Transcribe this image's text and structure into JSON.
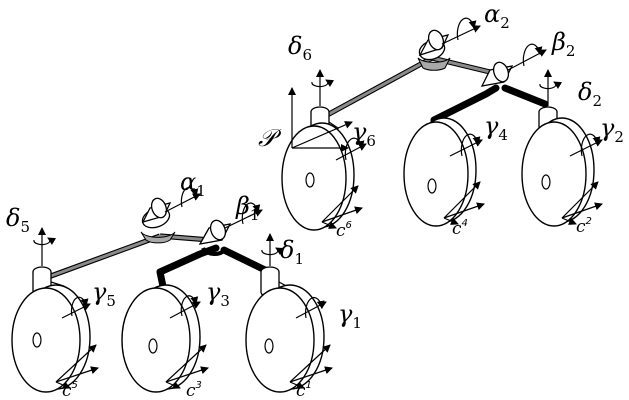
{
  "labels": {
    "alpha1": {
      "sym": "α",
      "sub": "1"
    },
    "alpha2": {
      "sym": "α",
      "sub": "2"
    },
    "beta1": {
      "sym": "β",
      "sub": "1"
    },
    "beta2": {
      "sym": "β",
      "sub": "2"
    },
    "delta1": {
      "sym": "δ",
      "sub": "1"
    },
    "delta2": {
      "sym": "δ",
      "sub": "2"
    },
    "delta5": {
      "sym": "δ",
      "sub": "5"
    },
    "delta6": {
      "sym": "δ",
      "sub": "6"
    },
    "gamma1": {
      "sym": "γ",
      "sub": "1"
    },
    "gamma2": {
      "sym": "γ",
      "sub": "2"
    },
    "gamma3": {
      "sym": "γ",
      "sub": "3"
    },
    "gamma4": {
      "sym": "γ",
      "sub": "4"
    },
    "gamma5": {
      "sym": "γ",
      "sub": "5"
    },
    "gamma6": {
      "sym": "γ",
      "sub": "6"
    },
    "P": "𝒫"
  },
  "contact_frames": {
    "c1": {
      "sym": "c",
      "sup": "1"
    },
    "c2": {
      "sym": "c",
      "sup": "2"
    },
    "c3": {
      "sym": "c",
      "sup": "3"
    },
    "c4": {
      "sym": "c",
      "sup": "4"
    },
    "c5": {
      "sym": "c",
      "sup": "5"
    },
    "c6": {
      "sym": "c",
      "sup": "6"
    }
  }
}
